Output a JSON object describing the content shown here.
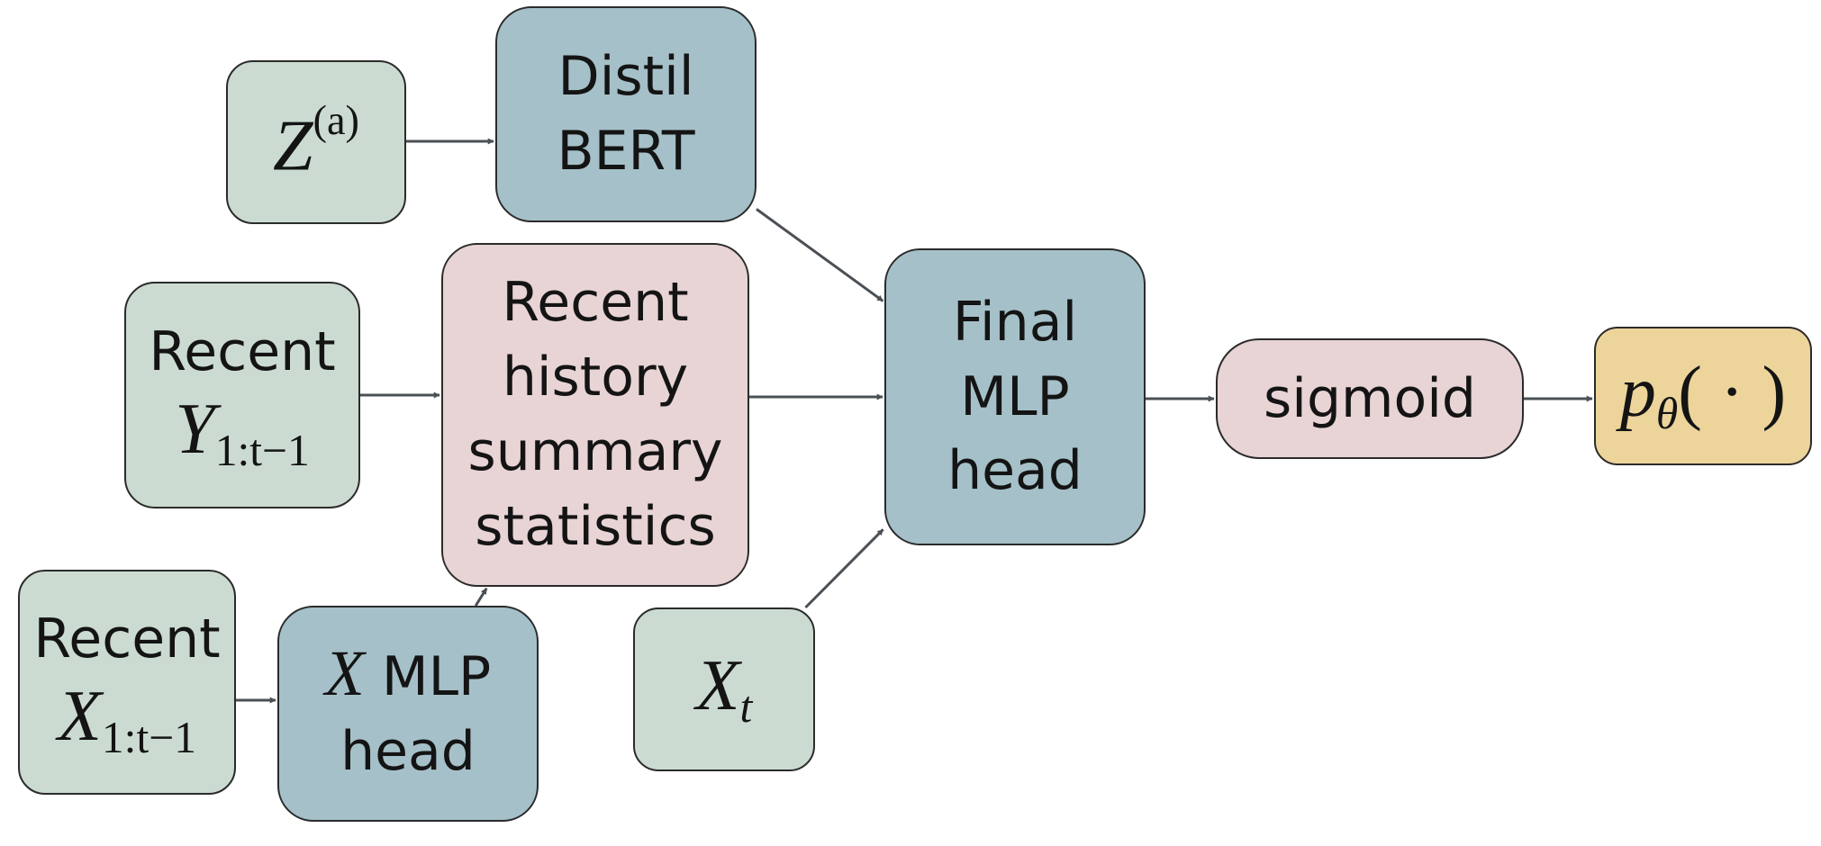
{
  "colors": {
    "green": "#cbdbd1",
    "blue": "#a5c0c8",
    "pink": "#e8d3d5",
    "gold": "#ecd49b",
    "edge": "#4a5055"
  },
  "nodes": {
    "z_input": {
      "symbol": "Z",
      "superscript": "(a)"
    },
    "distilbert": {
      "line1": "Distil",
      "line2": "BERT"
    },
    "recent_y": {
      "line1": "Recent",
      "symbol": "Y",
      "subscript": "1:t−1"
    },
    "summary": {
      "line1": "Recent",
      "line2": "history",
      "line3": "summary",
      "line4": "statistics"
    },
    "recent_x": {
      "line1": "Recent",
      "symbol": "X",
      "subscript": "1:t−1"
    },
    "x_mlp": {
      "symbol": "X",
      "line1": " MLP",
      "line2": "head"
    },
    "x_t": {
      "symbol": "X",
      "subscript": "t"
    },
    "final_mlp": {
      "line1": "Final",
      "line2": "MLP",
      "line3": "head"
    },
    "sigmoid": {
      "label": "sigmoid"
    },
    "output": {
      "symbol": "p",
      "subscript": "θ",
      "args": "( · )"
    }
  },
  "edges": [
    {
      "from": "z_input",
      "to": "distilbert"
    },
    {
      "from": "distilbert",
      "to": "final_mlp"
    },
    {
      "from": "recent_y",
      "to": "summary"
    },
    {
      "from": "summary",
      "to": "final_mlp"
    },
    {
      "from": "recent_x",
      "to": "x_mlp"
    },
    {
      "from": "x_mlp",
      "to": "summary"
    },
    {
      "from": "x_t",
      "to": "final_mlp"
    },
    {
      "from": "final_mlp",
      "to": "sigmoid"
    },
    {
      "from": "sigmoid",
      "to": "output"
    }
  ]
}
